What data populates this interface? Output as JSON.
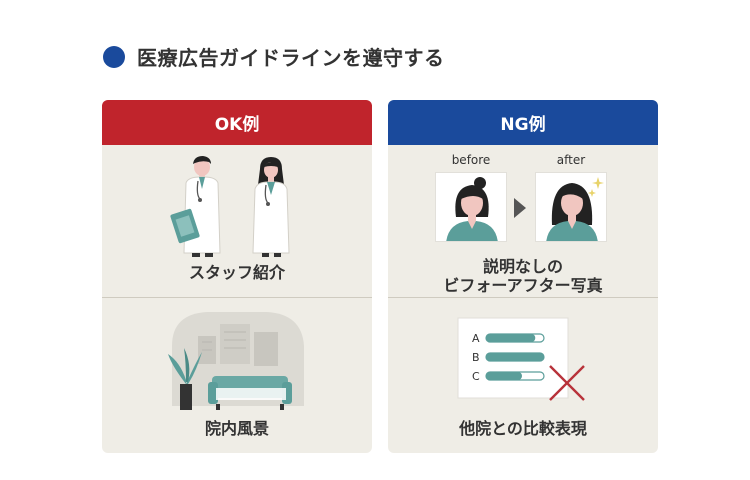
{
  "heading": {
    "title": "医療広告ガイドラインを遵守する",
    "accent": "#1a4a9c"
  },
  "ok": {
    "header": "OK例",
    "color": "#c0242c",
    "items": [
      {
        "caption": "スタッフ紹介",
        "icon": "doctors-illustration"
      },
      {
        "caption": "院内風景",
        "icon": "clinic-interior-illustration"
      }
    ]
  },
  "ng": {
    "header": "NG例",
    "color": "#1a4a9c",
    "before_label": "before",
    "after_label": "after",
    "items": [
      {
        "caption_line1": "説明なしの",
        "caption_line2": "ビフォーアフター写真",
        "icon": "before-after-illustration"
      },
      {
        "caption": "他院との比較表現",
        "icon": "comparison-chart-illustration"
      }
    ],
    "chart_labels": [
      "A",
      "B",
      "C"
    ],
    "chart_levels": [
      0.85,
      1.0,
      0.62
    ]
  },
  "colors": {
    "teal": "#5b9e9a",
    "skin": "#f1c6c0",
    "hair": "#222222",
    "card_bg": "#efede6",
    "cross": "#b8323a"
  }
}
